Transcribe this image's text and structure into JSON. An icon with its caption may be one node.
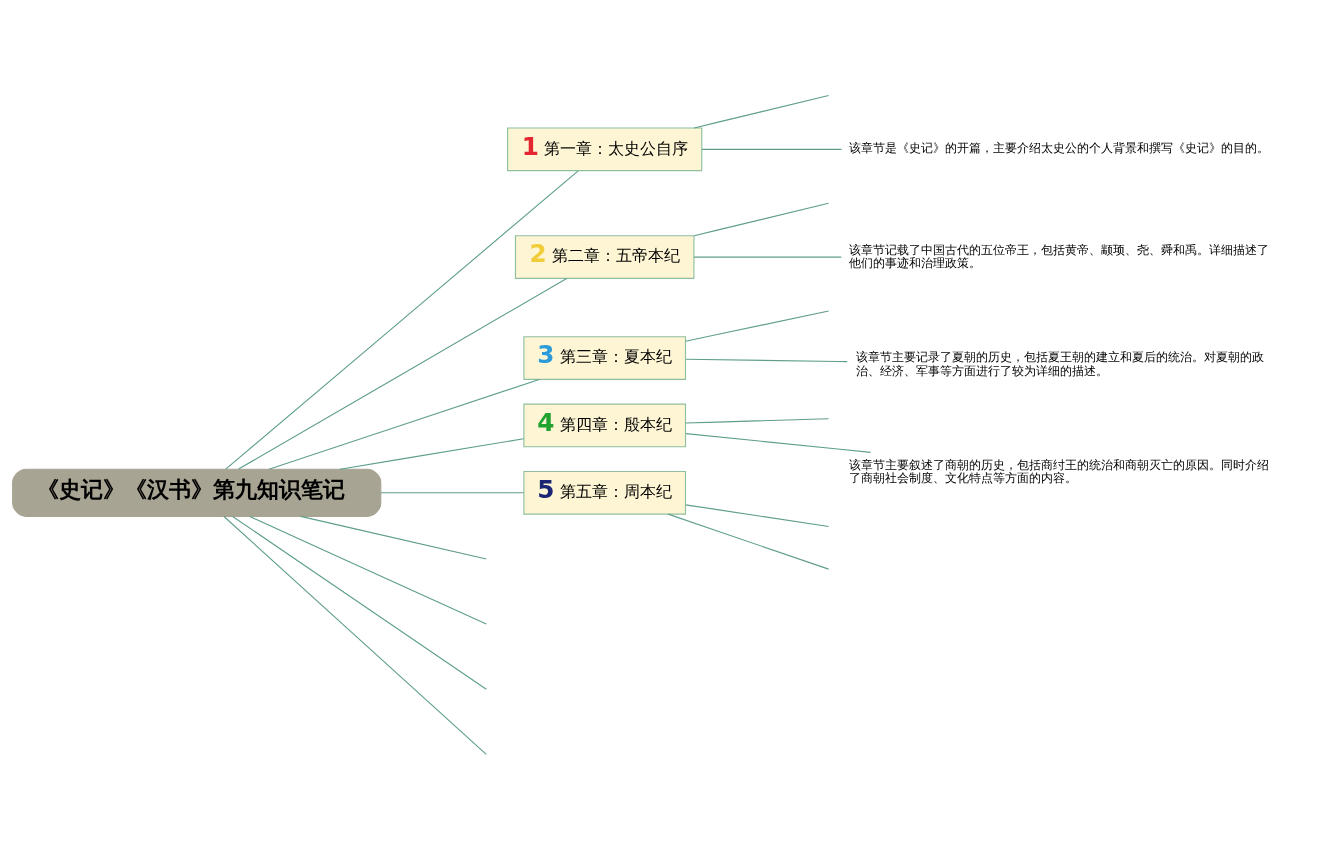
{
  "diagram": {
    "nodes": [
      {
        "text": [
          "《史记》《汉书》第九知识笔记"
        ]
      },
      {
        "text": [
          "1",
          "第一章：太史公自序"
        ]
      },
      {
        "text": [
          "该章节是《史记》的开篇，主要介绍太史公的个人背景和撰写《史记》的目的。"
        ]
      },
      {
        "text": [
          "2",
          "第二章：五帝本纪"
        ]
      },
      {
        "text": [
          "该章节记载了中国古代的五位帝王，包括黄帝、颛顼、尧、舜和禹。详细描述了他们的事迹和治理政策。"
        ]
      },
      {
        "text": [
          "3",
          "第三章：夏本纪"
        ]
      },
      {
        "text": [
          "该章节主要记录了夏朝的历史，包括夏王朝的建立和夏后的统治。对夏朝的政治、经济、军事等方面进行了较为详细的描述。"
        ]
      },
      {
        "text": [
          "4",
          "第四章：殷本纪"
        ]
      },
      {
        "text": [
          "该章节主要叙述了商朝的历史，包括商纣王的统治和商朝灭亡的原因。同时介绍了商朝社会制度、文化特点等方面的内容。"
        ]
      },
      {
        "text": [
          "5",
          "第五章：周本纪"
        ]
      }
    ],
    "edges": [
      {
        "from": 0,
        "to": 1,
        "arrow": "none"
      },
      {
        "from": 1,
        "to": null,
        "arrow": "none"
      },
      {
        "from": 1,
        "to": 2,
        "arrow": "none"
      },
      {
        "from": 0,
        "to": 3,
        "arrow": "none"
      },
      {
        "from": 3,
        "to": null,
        "arrow": "none"
      },
      {
        "from": 3,
        "to": 4,
        "arrow": "none"
      },
      {
        "from": 0,
        "to": 5,
        "arrow": "none"
      },
      {
        "from": 5,
        "to": null,
        "arrow": "none"
      },
      {
        "from": 5,
        "to": 6,
        "arrow": "none"
      },
      {
        "from": 0,
        "to": 7,
        "arrow": "none"
      },
      {
        "from": 7,
        "to": null,
        "arrow": "none"
      },
      {
        "from": 7,
        "to": 8,
        "arrow": "none"
      },
      {
        "from": 0,
        "to": 9,
        "arrow": "none"
      },
      {
        "from": 9,
        "to": null,
        "arrow": "none"
      },
      {
        "from": 9,
        "to": null,
        "arrow": "none"
      },
      {
        "from": 0,
        "to": null,
        "arrow": "none"
      },
      {
        "from": 0,
        "to": null,
        "arrow": "none"
      },
      {
        "from": 0,
        "to": null,
        "arrow": "none"
      },
      {
        "from": 0,
        "to": null,
        "arrow": "none"
      }
    ]
  }
}
